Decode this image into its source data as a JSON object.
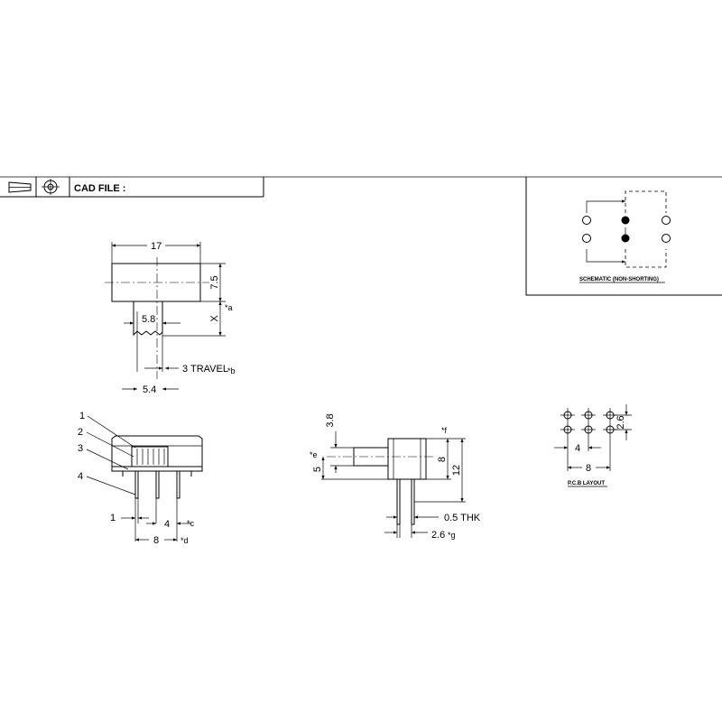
{
  "title_block": {
    "cad_file_label": "CAD FILE :"
  },
  "schematic": {
    "caption": "SCHEMATIC (NON-SHORTING)"
  },
  "pcb": {
    "caption": "P.C.B LAYOUT",
    "dim_pitch": "4",
    "dim_span": "8",
    "dim_row": "2.6"
  },
  "top_view": {
    "dim_width": "17",
    "dim_height": "7.5",
    "dim_lever": "5.8",
    "dim_x": "X",
    "note_a": "*a",
    "dim_travel": "3 TRAVEL",
    "note_b": "*b",
    "dim_base": "5.4"
  },
  "front_view": {
    "callouts": [
      "1",
      "2",
      "3",
      "4"
    ],
    "dim_pin": "1",
    "dim_pitch": "4",
    "note_c": "*c",
    "dim_span": "8",
    "note_d": "*d"
  },
  "side_view": {
    "dim_lever_h": "3.8",
    "note_e": "*e",
    "dim_lever_pos": "5",
    "note_f": "*f",
    "dim_body": "8",
    "dim_total": "12",
    "dim_thk": "0.5 THK",
    "dim_pin_pitch": "2.6",
    "note_g": "*g"
  }
}
